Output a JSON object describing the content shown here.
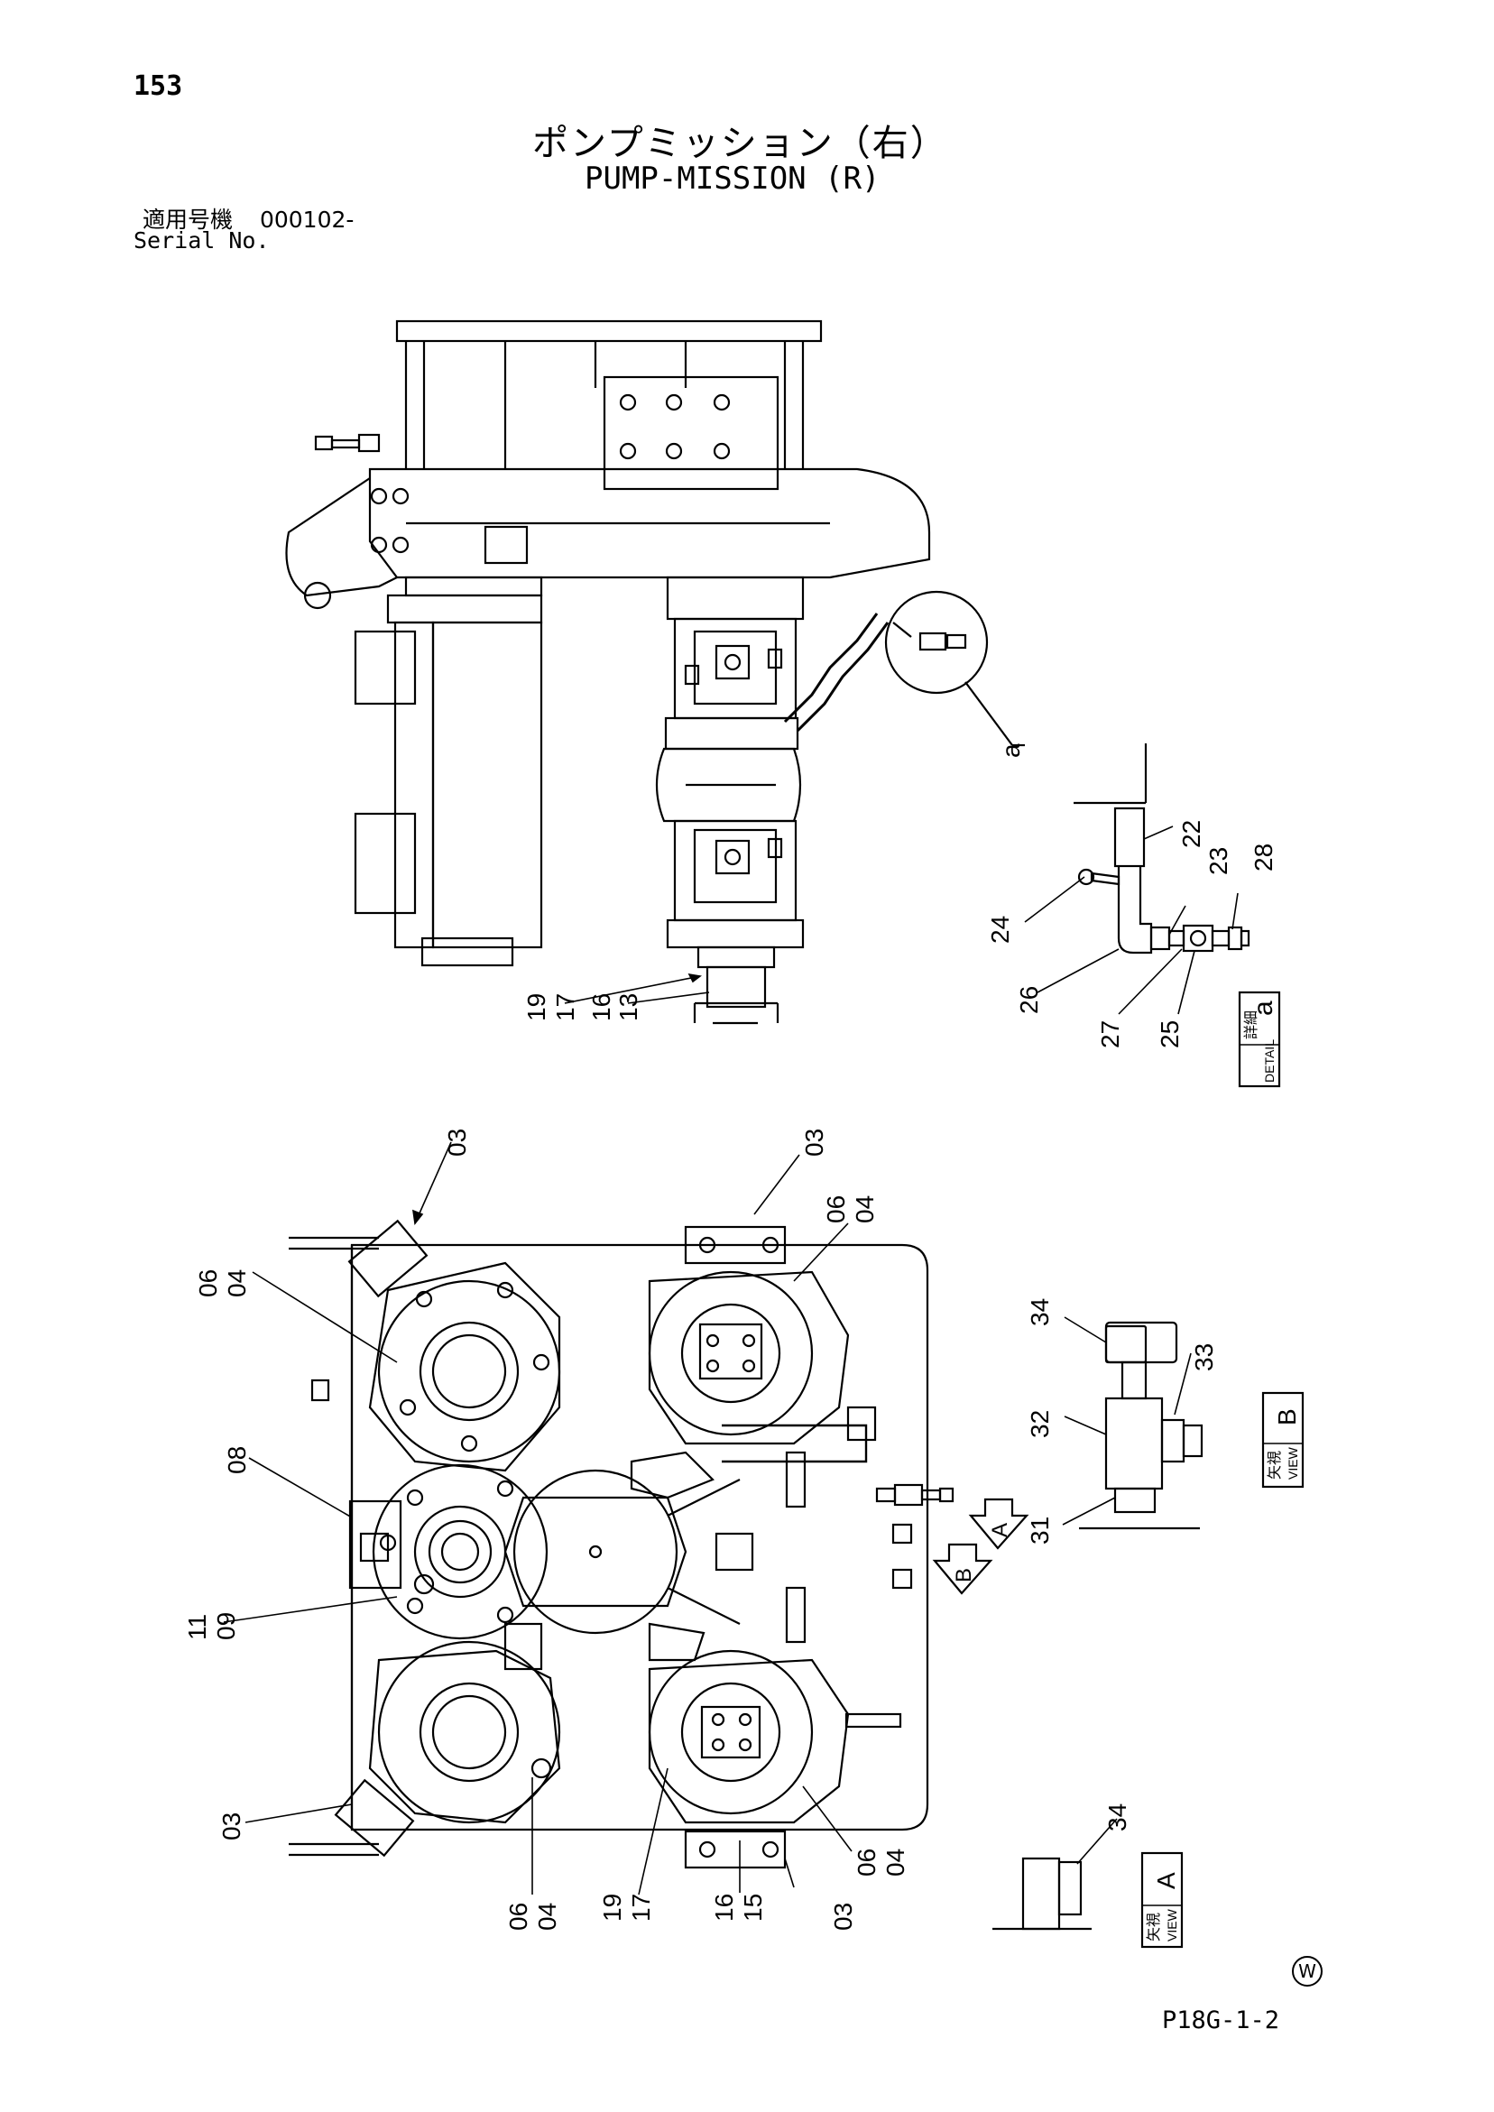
{
  "header": {
    "page_number": "153",
    "title_jp": "ポンプミッション（右）",
    "title_en": "PUMP-MISSION (R)",
    "serial_label_jp": "適用号機",
    "serial_value": "000102-",
    "serial_label_en": "Serial No."
  },
  "footer": {
    "drawing_code": "P18G-1-2",
    "watermark": "W"
  },
  "views": {
    "detail_a": {
      "jp": "詳細",
      "en": "DETAIL",
      "letter": "a"
    },
    "view_b": {
      "jp": "矢視",
      "en": "VIEW",
      "letter": "B"
    },
    "view_a": {
      "jp": "矢視",
      "en": "VIEW",
      "letter": "A"
    },
    "callout_a": "a",
    "arrow_a": "A",
    "arrow_b": "B"
  },
  "callouts": {
    "top_19_17": "19",
    "top_17": "17",
    "top_16": "16",
    "top_13": "13",
    "d22": "22",
    "d23": "23",
    "d28": "28",
    "d24": "24",
    "d26": "26",
    "d27": "27",
    "d25": "25",
    "p03_a": "03",
    "p03_b": "03",
    "p06_a": "06",
    "p04_a": "04",
    "p06_b": "06",
    "p04_b": "04",
    "p08": "08",
    "p11": "11",
    "p09": "09",
    "p03_c": "03",
    "p06_c": "06",
    "p04_c": "04",
    "p19_b": "19",
    "p17_b": "17",
    "p16_b": "16",
    "p15_b": "15",
    "p03_d": "03",
    "p06_d": "06",
    "p04_d": "04",
    "v34": "34",
    "v33": "33",
    "v32": "32",
    "v31": "31",
    "va34": "34"
  }
}
